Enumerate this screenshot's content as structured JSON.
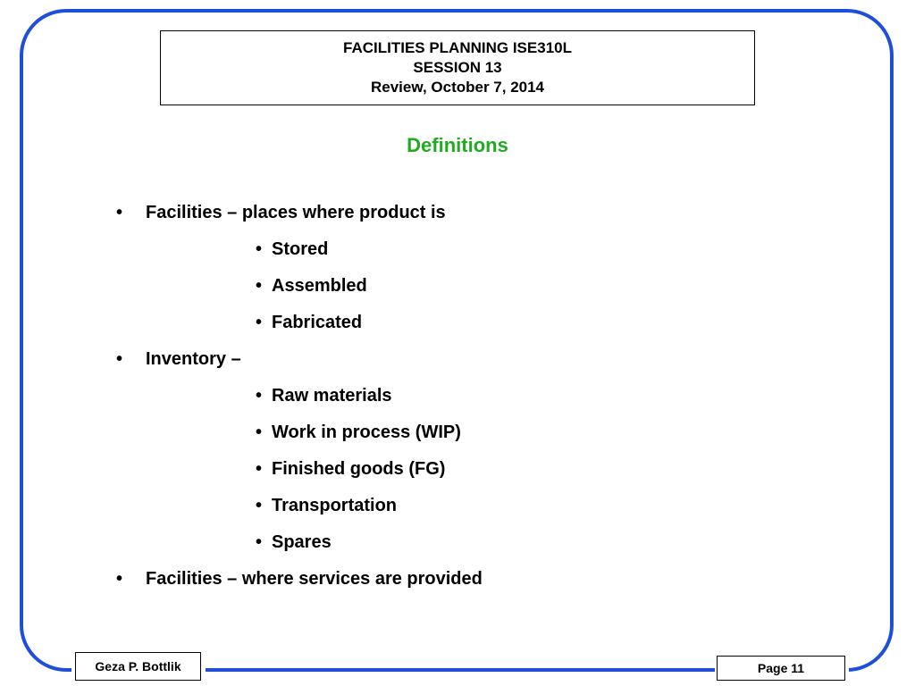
{
  "header": {
    "line1": "FACILITIES PLANNING ISE310L",
    "line2": "SESSION 13",
    "line3": "Review, October 7, 2014"
  },
  "section_title": "Definitions",
  "bullets": {
    "facilities_products": "Facilities – places where product is",
    "sub1": [
      "Stored",
      "Assembled",
      "Fabricated"
    ],
    "inventory": "Inventory –",
    "sub2": [
      "Raw materials",
      "Work in process (WIP)",
      "Finished goods (FG)",
      "Transportation",
      "Spares"
    ],
    "facilities_services": "Facilities – where services are provided"
  },
  "bullet_glyph": "•",
  "footer": {
    "author": "Geza P. Bottlik",
    "page": "Page 11"
  },
  "colors": {
    "frame": "#1f4fd9",
    "title": "#22aa22"
  }
}
